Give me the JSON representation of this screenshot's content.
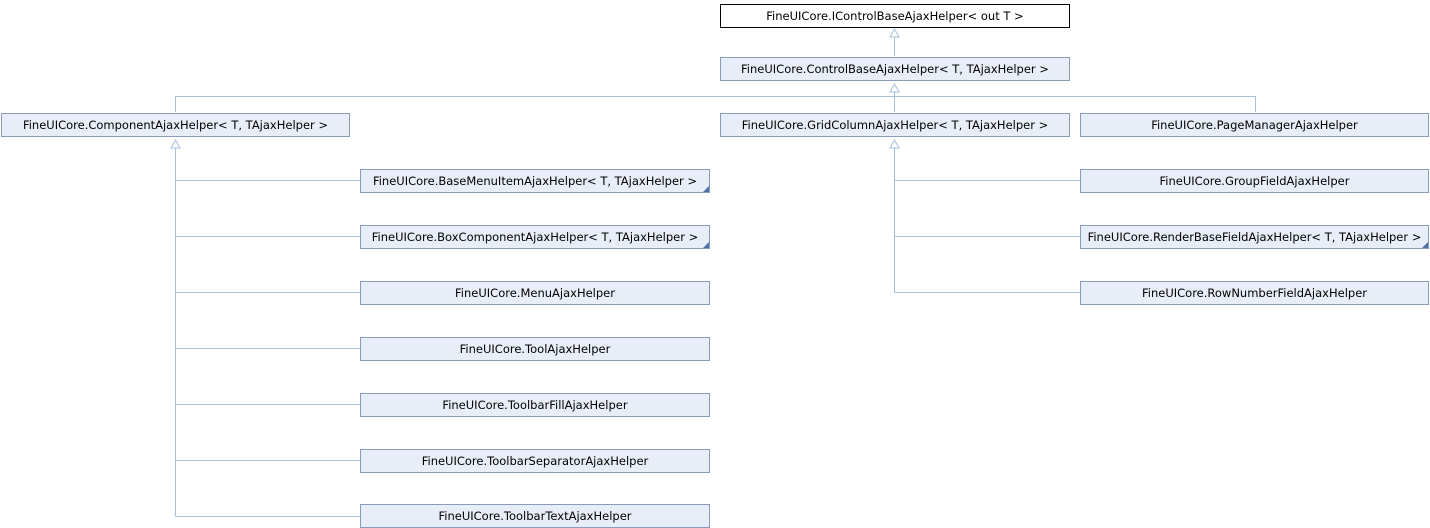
{
  "diagram": {
    "nodes": {
      "icontrol": "FineUICore.IControlBaseAjaxHelper< out T >",
      "controlbase": "FineUICore.ControlBaseAjaxHelper< T, TAjaxHelper >",
      "component": "FineUICore.ComponentAjaxHelper< T, TAjaxHelper >",
      "gridcolumn": "FineUICore.GridColumnAjaxHelper< T, TAjaxHelper >",
      "pagemanager": "FineUICore.PageManagerAjaxHelper",
      "basemenuitem": "FineUICore.BaseMenuItemAjaxHelper< T, TAjaxHelper >",
      "boxcomponent": "FineUICore.BoxComponentAjaxHelper< T, TAjaxHelper >",
      "menu": "FineUICore.MenuAjaxHelper",
      "tool": "FineUICore.ToolAjaxHelper",
      "toolbarfill": "FineUICore.ToolbarFillAjaxHelper",
      "toolbarseparator": "FineUICore.ToolbarSeparatorAjaxHelper",
      "toolbartext": "FineUICore.ToolbarTextAjaxHelper",
      "groupfield": "FineUICore.GroupFieldAjaxHelper",
      "renderbasefield": "FineUICore.RenderBaseFieldAjaxHelper< T, TAjaxHelper >",
      "rownumberfield": "FineUICore.RowNumberFieldAjaxHelper"
    },
    "edge_color": "#a7c0d9",
    "node_fill": "#e8eef7",
    "node_border": "#8a9cb8"
  }
}
